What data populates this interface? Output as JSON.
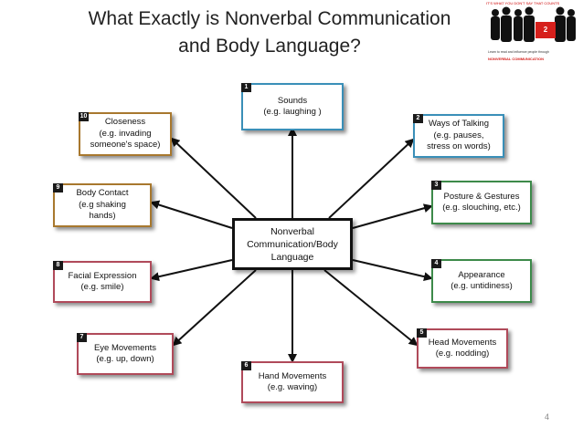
{
  "title": {
    "line1": "What Exactly is Nonverbal Communication",
    "line2": "and Body Language?"
  },
  "logo": {
    "tagline": "IT'S WHAT YOU DON'T SAY THAT COUNTS",
    "badge": "2",
    "caption1": "Learn to read and influence people through",
    "caption2": "NONVERBAL COMMUNICATION"
  },
  "center": {
    "line1": "Nonverbal",
    "line2": "Communication/Body",
    "line3": "Language"
  },
  "boxes": [
    {
      "num": "1",
      "line1": "Sounds",
      "line2": "(e.g. laughing )",
      "line3": "",
      "color": "#3a8fb8"
    },
    {
      "num": "2",
      "line1": "Ways of Talking",
      "line2": "(e.g. pauses,",
      "line3": "stress on words)",
      "color": "#3a8fb8"
    },
    {
      "num": "3",
      "line1": "Posture & Gestures",
      "line2": "(e.g. slouching, etc.)",
      "line3": "",
      "color": "#3d8a4a"
    },
    {
      "num": "4",
      "line1": "Appearance",
      "line2": "(e.g. untidiness)",
      "line3": "",
      "color": "#3d8a4a"
    },
    {
      "num": "5",
      "line1": "Head Movements",
      "line2": "(e.g. nodding)",
      "line3": "",
      "color": "#b04a5a"
    },
    {
      "num": "6",
      "line1": "Hand Movements",
      "line2": "(e.g. waving)",
      "line3": "",
      "color": "#b04a5a"
    },
    {
      "num": "7",
      "line1": "Eye Movements",
      "line2": "(e.g. up, down)",
      "line3": "",
      "color": "#b04a5a"
    },
    {
      "num": "8",
      "line1": "Facial Expression",
      "line2": "(e.g. smile)",
      "line3": "",
      "color": "#b04a5a"
    },
    {
      "num": "9",
      "line1": "Body Contact",
      "line2": "(e.g shaking",
      "line3": "hands)",
      "color": "#a8782e"
    },
    {
      "num": "10",
      "line1": "Closeness",
      "line2": "(e.g. invading",
      "line3": "someone's space)",
      "color": "#a8782e"
    }
  ],
  "page_number": "4"
}
